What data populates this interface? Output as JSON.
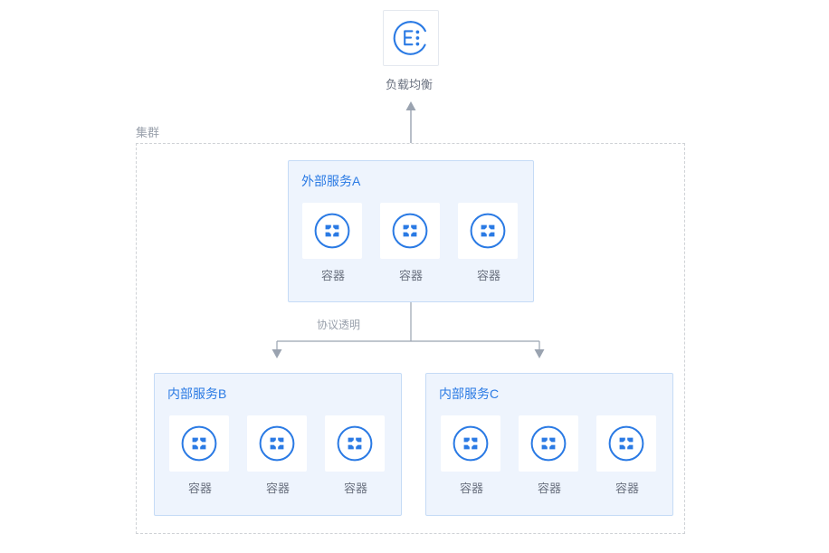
{
  "diagram": {
    "title_visible": false,
    "colors": {
      "accent_blue": "#2a7ae4",
      "box_fill": "#eef4fd",
      "box_border": "#c5dbf6",
      "connector_gray": "#9aa3b0",
      "dashed_border": "#cfd2d6",
      "label_gray": "#6b7280",
      "card_white": "#ffffff"
    }
  },
  "load_balancer": {
    "label": "负载均衡",
    "icon": "load-balancer-icon"
  },
  "cluster": {
    "label": "集群"
  },
  "connectors": {
    "cluster_to_lb": {
      "icon": "arrow-up-icon"
    },
    "protocol_label": "协议透明",
    "fanout_left": {
      "icon": "arrow-down-icon"
    },
    "fanout_right": {
      "icon": "arrow-down-icon"
    }
  },
  "services": [
    {
      "id": "svc-a",
      "title": "外部服务A",
      "containers": [
        {
          "label": "容器",
          "icon": "container-icon"
        },
        {
          "label": "容器",
          "icon": "container-icon"
        },
        {
          "label": "容器",
          "icon": "container-icon"
        }
      ]
    },
    {
      "id": "svc-b",
      "title": "内部服务B",
      "containers": [
        {
          "label": "容器",
          "icon": "container-icon"
        },
        {
          "label": "容器",
          "icon": "container-icon"
        },
        {
          "label": "容器",
          "icon": "container-icon"
        }
      ]
    },
    {
      "id": "svc-c",
      "title": "内部服务C",
      "containers": [
        {
          "label": "容器",
          "icon": "container-icon"
        },
        {
          "label": "容器",
          "icon": "container-icon"
        },
        {
          "label": "容器",
          "icon": "container-icon"
        }
      ]
    }
  ]
}
